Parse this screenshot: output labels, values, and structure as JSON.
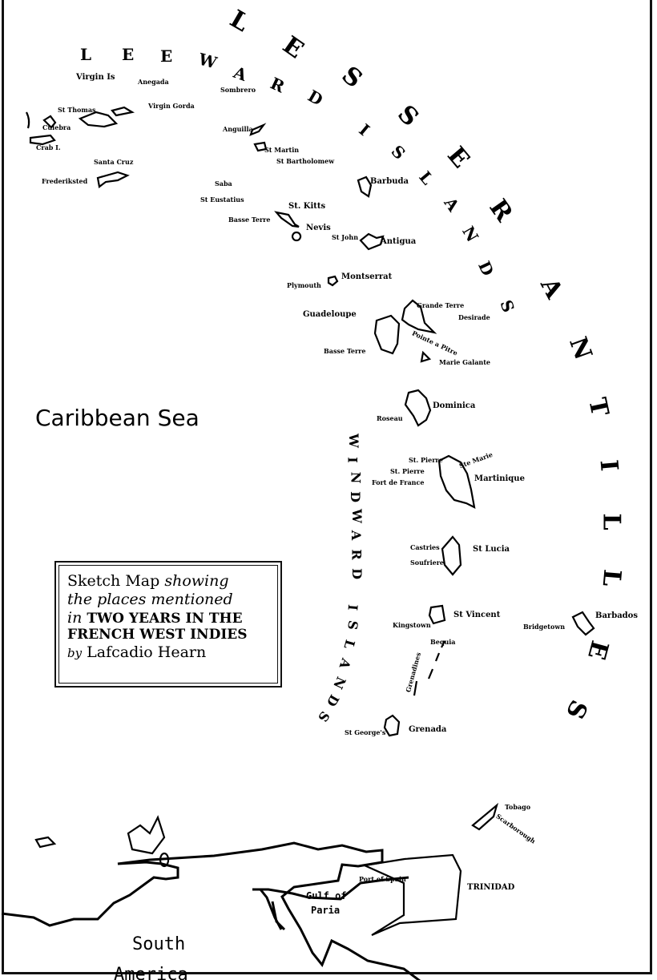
{
  "title": {
    "line1_a": "Sketch Map",
    "line1_b": "showing",
    "line2": "the places mentioned",
    "line3_a": "in",
    "line3_b": "TWO YEARS IN THE",
    "line4": "FRENCH WEST INDIES",
    "line5_a": "by",
    "line5_b": "Lafcadio Hearn"
  },
  "regions": {
    "lesser_antilles": [
      "L",
      "E",
      "S",
      "S",
      "E",
      "R",
      "A",
      "N",
      "T",
      "I",
      "L",
      "L",
      "E",
      "S"
    ],
    "leeward_islands": [
      "L",
      "E",
      "E",
      "W",
      "A",
      "R",
      "D",
      "I",
      "S",
      "L",
      "A",
      "N",
      "D",
      "S"
    ],
    "windward_islands": [
      "W",
      "I",
      "N",
      "D",
      "W",
      "A",
      "R",
      "D",
      "I",
      "S",
      "L",
      "A",
      "N",
      "D",
      "S"
    ],
    "caribbean_sea": "Caribbean Sea",
    "south": "South",
    "america": "America",
    "gulf_of": "Gulf of",
    "paria": "Paria"
  },
  "places": [
    "Virgin Is",
    "Anegada",
    "Sombrero",
    "St Thomas",
    "Virgin Gorda",
    "Culebra",
    "Crab I.",
    "Santa Cruz",
    "Frederiksted",
    "Anguilla",
    "St Martin",
    "St Bartholomew",
    "Saba",
    "St Eustatius",
    "St. Kitts",
    "Basse Terre",
    "Nevis",
    "St John",
    "Antigua",
    "Barbuda",
    "Plymouth",
    "Montserrat",
    "Guadeloupe",
    "Grande Terre",
    "Desirade",
    "Basse Terre",
    "Pointe a Pitre",
    "Marie Galante",
    "Dominica",
    "Roseau",
    "St. Pierre",
    "Ste Marie",
    "St. Pierre",
    "Fort de France",
    "Martinique",
    "Castries",
    "Soufriere",
    "St Lucia",
    "Kingstown",
    "St Vincent",
    "Grenadines",
    "Bequia",
    "Bridgetown",
    "Barbados",
    "St George's",
    "Grenada",
    "Tobago",
    "Scarborough",
    "Port of Spain",
    "TRINIDAD"
  ]
}
